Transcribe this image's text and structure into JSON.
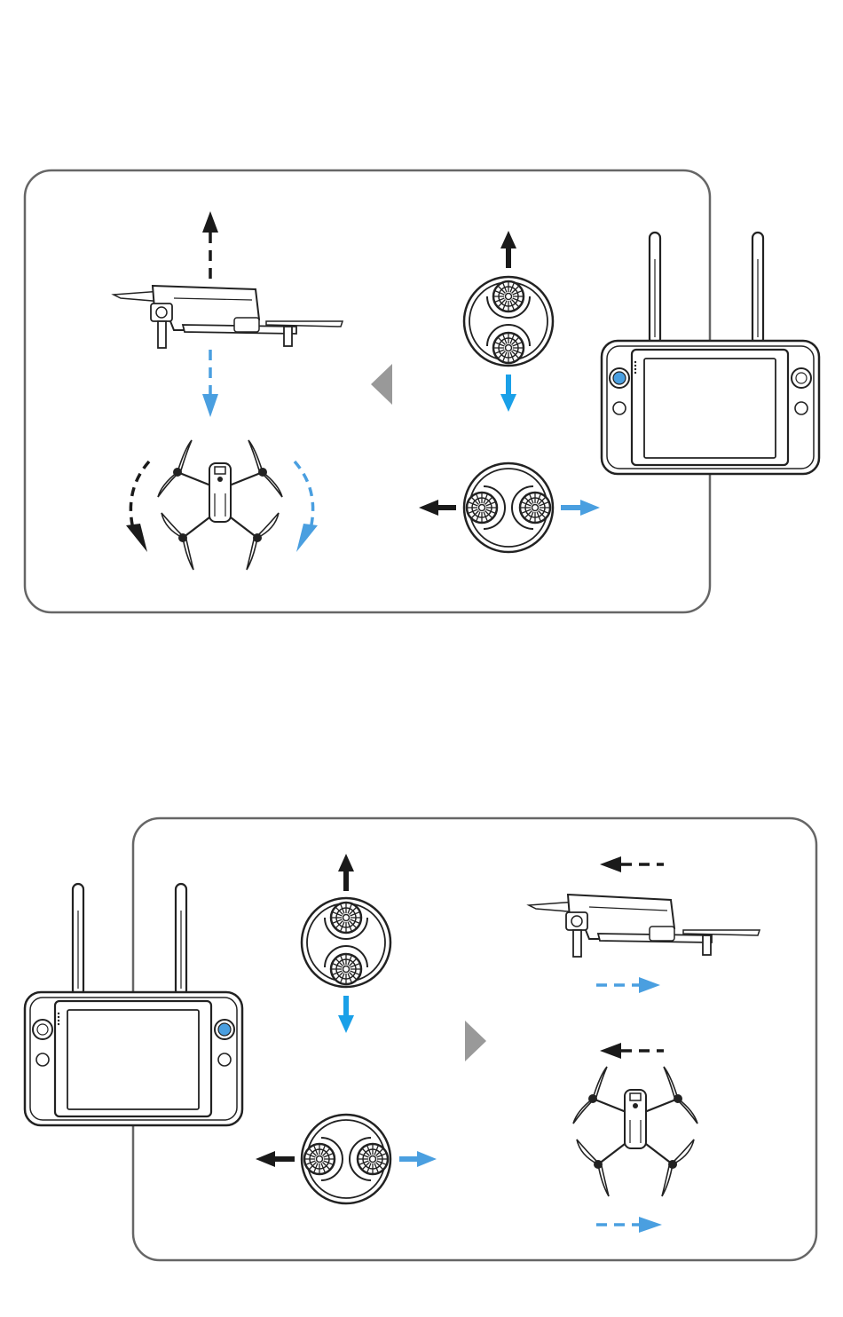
{
  "colors": {
    "panel_border": "#666666",
    "black_arrow": "#1a1a1a",
    "blue_arrow": "#4a9fe0",
    "cyan_arrow": "#1aa0e8",
    "transition_arrow": "#999999",
    "line": "#222222"
  },
  "panels": [
    {
      "id": "top-panel",
      "items": [
        "drone-side-view",
        "up-arrow-dashed",
        "down-arrow-dashed-blue",
        "drone-top-view",
        "rotate-left-arrow",
        "rotate-right-arrow-blue",
        "transition-arrow-left",
        "stick-vertical",
        "stick-horizontal",
        "remote-controller-left-stick-highlighted"
      ]
    },
    {
      "id": "bottom-panel",
      "items": [
        "remote-controller-right-stick-highlighted",
        "stick-vertical",
        "stick-horizontal",
        "transition-arrow-right",
        "drone-side-view",
        "drone-top-view",
        "left-arrow-dashed",
        "right-arrow-dashed-blue"
      ]
    }
  ]
}
